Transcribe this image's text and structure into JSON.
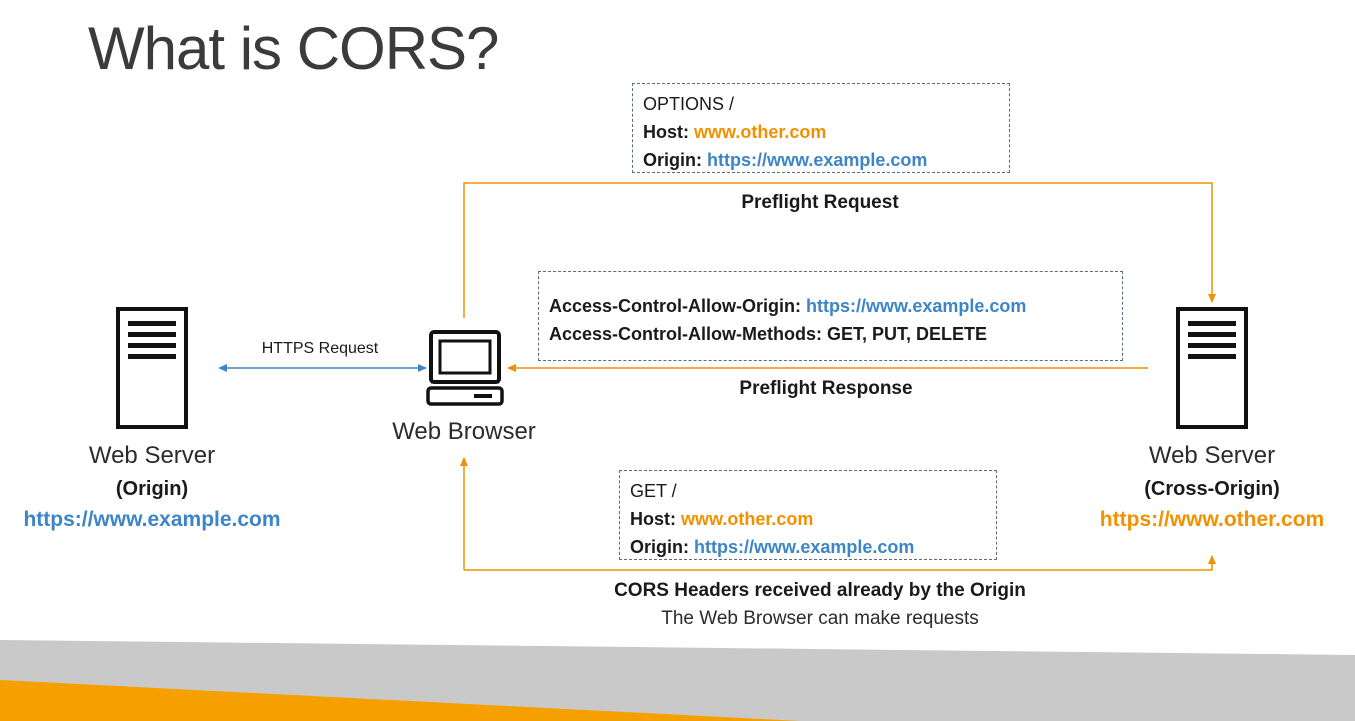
{
  "title": "What is CORS?",
  "colors": {
    "orange": "#f29100",
    "blue": "#3d85c6",
    "box_border": "#5a6a85",
    "band_gray": "#c9c9c9",
    "band_orange": "#f5a000"
  },
  "icons": {
    "origin_server": "server-icon",
    "browser": "computer-icon",
    "cross_origin_server": "server-icon"
  },
  "nodes": {
    "origin": {
      "name": "Web Server",
      "role": "(Origin)",
      "url": "https://www.example.com"
    },
    "browser": {
      "name": "Web Browser"
    },
    "cross_origin": {
      "name": "Web Server",
      "role": "(Cross-Origin)",
      "url": "https://www.other.com"
    }
  },
  "https_request_label": "HTTPS Request",
  "preflight_request": {
    "label": "Preflight Request",
    "line1": "OPTIONS /",
    "host_key": "Host:",
    "host_value": "www.other.com",
    "origin_key": "Origin:",
    "origin_value": "https://www.example.com"
  },
  "preflight_response": {
    "label": "Preflight Response",
    "allow_origin_key": "Access-Control-Allow-Origin:",
    "allow_origin_value": "https://www.example.com",
    "allow_methods": "Access-Control-Allow-Methods: GET, PUT, DELETE"
  },
  "actual_request": {
    "line1": "GET /",
    "host_key": "Host:",
    "host_value": "www.other.com",
    "origin_key": "Origin:",
    "origin_value": "https://www.example.com",
    "caption_bold": "CORS Headers received already by the Origin",
    "caption": "The Web Browser can make requests"
  }
}
